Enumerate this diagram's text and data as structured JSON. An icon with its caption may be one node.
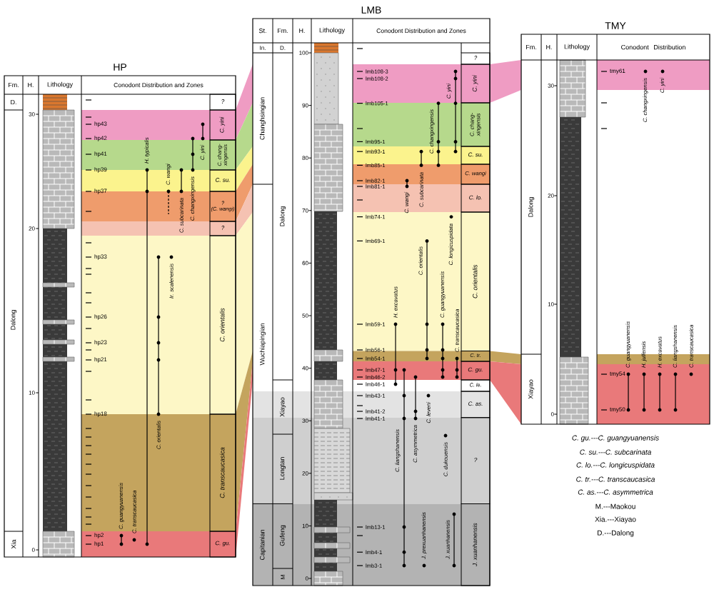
{
  "diagram": {
    "nodes": [
      {
        "text": [
          "?"
        ]
      },
      {
        "text": [
          "C. yini"
        ]
      },
      {
        "text": [
          "C. chang- xingensis"
        ]
      },
      {
        "text": [
          "C. su."
        ]
      },
      {
        "text": [
          "?",
          "(C. wangi)"
        ]
      },
      {
        "text": [
          "?"
        ]
      },
      {
        "text": [
          "C. orientalis"
        ]
      },
      {
        "text": [
          "C. transcaucasica"
        ]
      },
      {
        "text": [
          "C. gu."
        ]
      },
      {
        "text": [
          "?"
        ]
      },
      {
        "text": [
          "C. yini"
        ]
      },
      {
        "text": [
          "C. chang- xingensis"
        ]
      },
      {
        "text": [
          "C. su."
        ]
      },
      {
        "text": [
          "C. wangi"
        ]
      },
      {
        "text": [
          "C. lo."
        ]
      },
      {
        "text": [
          "C. orientalis"
        ]
      },
      {
        "text": [
          "C. tr."
        ]
      },
      {
        "text": [
          "C. gu."
        ]
      },
      {
        "text": [
          "C. le."
        ]
      },
      {
        "text": [
          "C. as."
        ]
      },
      {
        "text": [
          "?"
        ]
      },
      {
        "text": [
          "J. xuanhanensis"
        ]
      }
    ],
    "labels": [
      "HP",
      "Fm.",
      "H.",
      "Lithology",
      "Conodont Distribution and Zones",
      "D.",
      "Dalong",
      "Xia",
      "30",
      "20",
      "10",
      "0",
      "hp43",
      "hp42",
      "hp41",
      "hp39",
      "hp37",
      "hp33",
      "hp26",
      "hp23",
      "hp21",
      "hp18",
      "hp2",
      "hp1",
      "H. typicalis",
      "C. wangi",
      "C. subcarinata",
      "C. changxingensis",
      "C. yini",
      "Ir. scalenensis",
      "C. orientalis",
      "C. guangyuanensis",
      "C. transcaucasica",
      "LMB",
      "St.",
      "Fm.",
      "H.",
      "Lithology",
      "Conodont Distribution and Zones",
      "In.",
      "D.",
      "Changhsingian",
      "Wuchiapingian",
      "Capitanian",
      "Dalong",
      "Xiayao",
      "Longtan",
      "Gufeng",
      "M",
      "100",
      "90",
      "80",
      "70",
      "60",
      "50",
      "40",
      "30",
      "20",
      "10",
      "0",
      "lmb108-3",
      "lmb108-2",
      "lmb105-1",
      "lmb95-1",
      "lmb93-1",
      "lmb85-1",
      "lmb82-1",
      "lmb81-1",
      "lmb74-1",
      "lmb69-1",
      "lmb59-1",
      "lmb56-1",
      "lmb54-1",
      "lmb47-1",
      "lmb46-2",
      "lmb46-1",
      "lmb43-1",
      "lmb41-2",
      "lmb41-1",
      "lmb13-1",
      "lmb4-1",
      "lmb3-1",
      "C. yini",
      "C. changxingensis",
      "C. subcarinata",
      "C. wangi",
      "C. longicuspidata",
      "C. orientalis",
      "C. guangyuanensis",
      "C. transcaucasica",
      "H. excavatus",
      "C. liangshanensis",
      "C. asymmetrica",
      "C. leveni",
      "C. dukouensis",
      "J. prexuanhanensis",
      "J. xuanhanensis",
      "TMY",
      "Fm.",
      "H.",
      "Lithology",
      "Conodont Distribution",
      "Dalong",
      "Xiayao",
      "30",
      "20",
      "10",
      "0",
      "tmy61",
      "tmy54",
      "tmy50",
      "C. changxingensis",
      "C. yini",
      "C. guangyuanensis",
      "H. julfensis",
      "H. excavatus",
      "C. liangshanensis",
      "C. transcaucasica",
      "C. gu.---C. guangyuanensis",
      "C. su.---C. subcarinata",
      "C. lo.---C. longicuspidata",
      "C. tr.---C. transcaucasica",
      "C. as.---C. asymmetrica",
      "M.---Maokou",
      "Xia.---Xiayao",
      "D.---Dalong"
    ]
  }
}
